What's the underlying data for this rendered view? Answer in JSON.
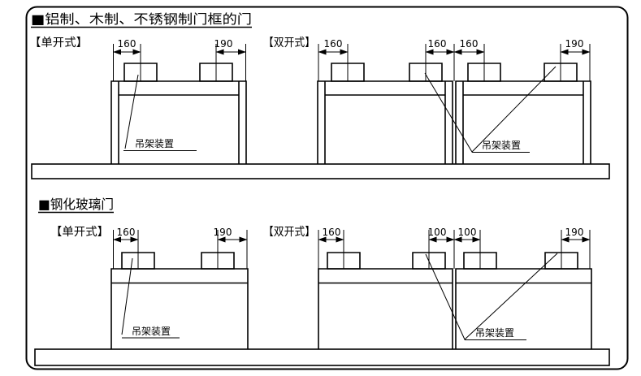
{
  "page": {
    "background": "#ffffff",
    "line_color": "#000000",
    "text_color": "#000000"
  },
  "sections": {
    "framed": {
      "title": "■铝制、木制、不锈钢制门框的门",
      "single": {
        "type_label": "【单开式】",
        "dim_front": "160",
        "dim_rear": "190",
        "hanger_label": "吊架装置"
      },
      "double": {
        "type_label": "【双开式】",
        "dim1": "160",
        "dim2": "160",
        "dim3": "160",
        "dim4": "190",
        "hanger_label": "吊架装置"
      }
    },
    "glass": {
      "title": "■钢化玻璃门",
      "single": {
        "type_label": "【单开式】",
        "dim_front": "160",
        "dim_rear": "190",
        "hanger_label": "吊架装置"
      },
      "double": {
        "type_label": "【双开式】",
        "dim1": "160",
        "dim2": "100",
        "dim3": "100",
        "dim4": "190",
        "hanger_label": "吊架装置"
      }
    }
  }
}
